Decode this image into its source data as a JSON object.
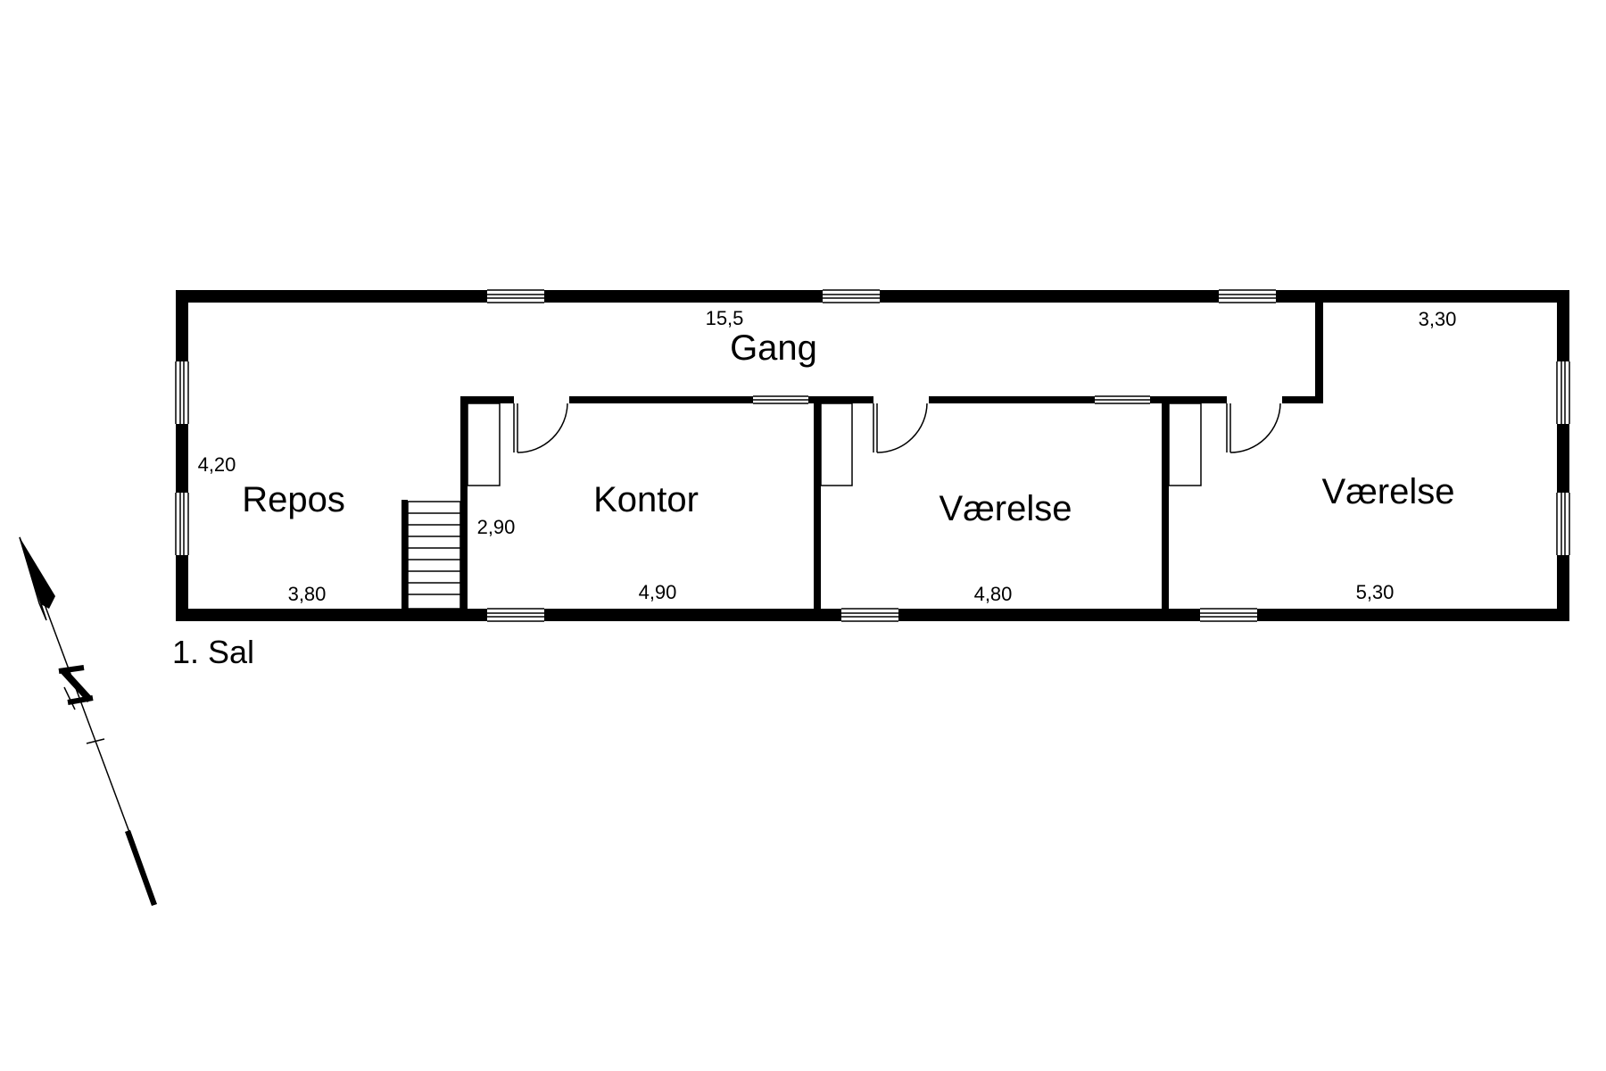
{
  "floor_label": "1. Sal",
  "rooms": {
    "gang": "Gang",
    "repos": "Repos",
    "kontor": "Kontor",
    "vaerelse_1": "Værelse",
    "vaerelse_2": "Værelse"
  },
  "dimensions": {
    "gang_length": "15,5",
    "right_depth": "3,30",
    "repos_depth": "4,20",
    "repos_width": "3,80",
    "stair_depth": "2,90",
    "kontor_width": "4,90",
    "vaerelse_1_width": "4,80",
    "vaerelse_2_width": "5,30"
  },
  "icons": [
    "door-swing-icon",
    "window-icon",
    "stair-icon",
    "north-arrow-icon"
  ],
  "colors": {
    "line": "#000000",
    "background": "#ffffff"
  }
}
